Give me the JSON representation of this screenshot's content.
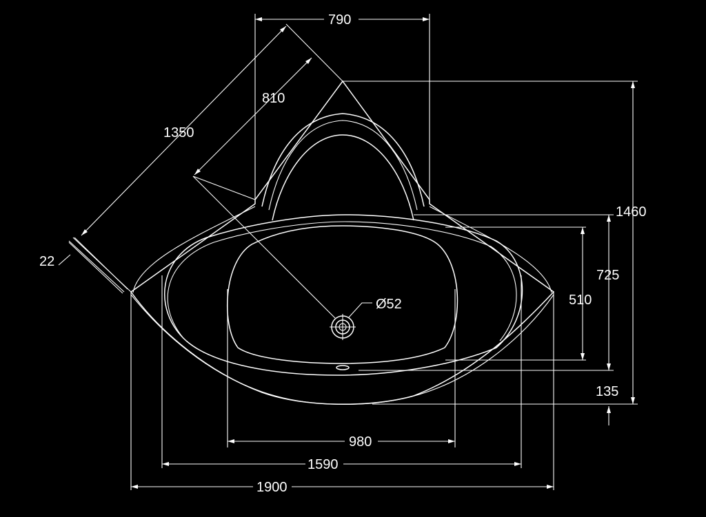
{
  "drawing": {
    "background_color": "#000000",
    "line_color": "#ffffff",
    "dimensions": {
      "width_top": "790",
      "diag_inner": "810",
      "diag_outer": "1350",
      "rim": "22",
      "height_total": "1460",
      "height_basin": "725",
      "height_inner": "510",
      "offset_bottom": "135",
      "drain": "Ø52",
      "width_inner": "980",
      "width_mid": "1590",
      "width_total": "1900"
    }
  }
}
